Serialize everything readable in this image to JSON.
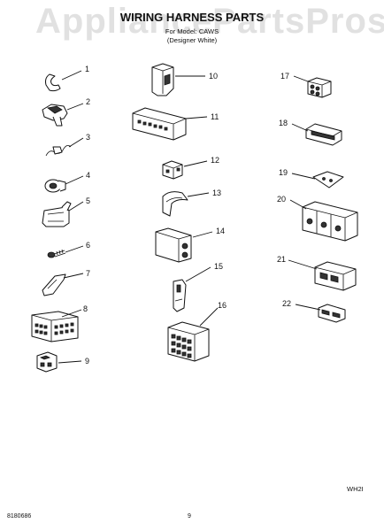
{
  "watermark": "AppliancePartsPros.com",
  "header": {
    "title": "WIRING HARNESS PARTS",
    "model_line": "For Model: CAWS",
    "color_line": "(Designer White)"
  },
  "parts": [
    {
      "n": "1"
    },
    {
      "n": "2"
    },
    {
      "n": "3"
    },
    {
      "n": "4"
    },
    {
      "n": "5"
    },
    {
      "n": "6"
    },
    {
      "n": "7"
    },
    {
      "n": "8"
    },
    {
      "n": "9"
    },
    {
      "n": "10"
    },
    {
      "n": "11"
    },
    {
      "n": "12"
    },
    {
      "n": "13"
    },
    {
      "n": "14"
    },
    {
      "n": "15"
    },
    {
      "n": "16"
    },
    {
      "n": "17"
    },
    {
      "n": "18"
    },
    {
      "n": "19"
    },
    {
      "n": "20"
    },
    {
      "n": "21"
    },
    {
      "n": "22"
    }
  ],
  "footer": {
    "doc_number": "8180686",
    "page_number": "9",
    "code": "WH2I"
  }
}
